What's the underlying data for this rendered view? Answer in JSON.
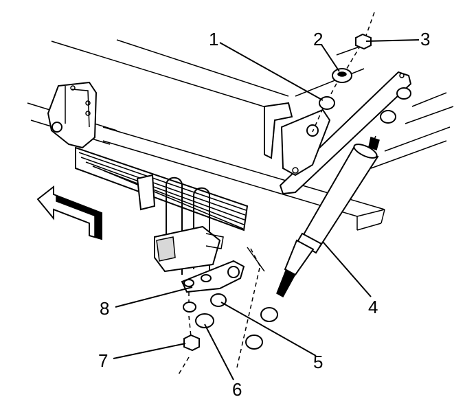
{
  "diagram": {
    "callouts": [
      {
        "label": "1",
        "part": "upper-bushing"
      },
      {
        "label": "2",
        "part": "upper-retainer"
      },
      {
        "label": "3",
        "part": "upper-nut"
      },
      {
        "label": "4",
        "part": "shock-absorber"
      },
      {
        "label": "5",
        "part": "lower-retainer"
      },
      {
        "label": "6",
        "part": "lower-bushing"
      },
      {
        "label": "7",
        "part": "lower-nut"
      },
      {
        "label": "8",
        "part": "lower-mount-bracket"
      }
    ],
    "colors": {
      "ink": "#000000",
      "paper": "#ffffff",
      "shade": "#d8d8d8"
    },
    "icon": "direction-arrow-icon"
  }
}
